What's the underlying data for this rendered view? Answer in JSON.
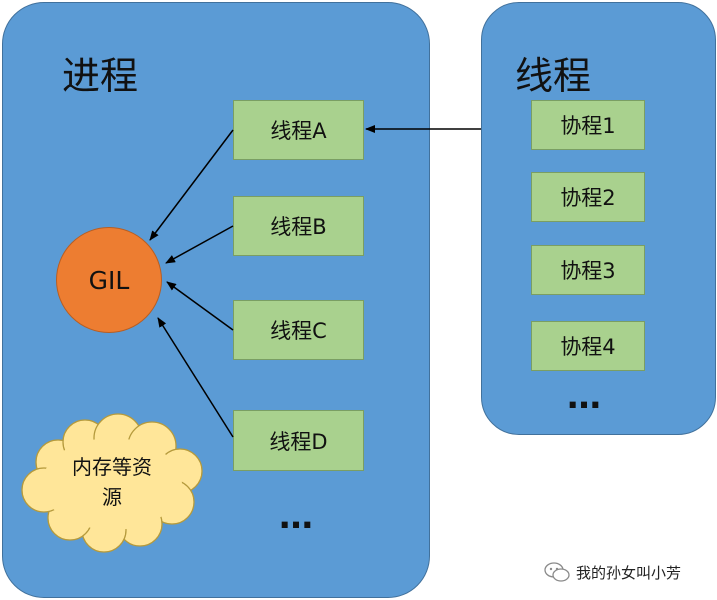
{
  "process": {
    "title": "进程",
    "threads": [
      "线程A",
      "线程B",
      "线程C",
      "线程D"
    ],
    "more": "…",
    "gil": "GIL",
    "resources": [
      "内存等资",
      "源"
    ]
  },
  "thread_panel": {
    "title": "线程",
    "coroutines": [
      "协程1",
      "协程2",
      "协程3",
      "协程4"
    ],
    "more": "…"
  },
  "watermark": {
    "text": "我的孙女叫小芳",
    "icon": "wechat-icon"
  },
  "colors": {
    "container": "#5b9bd5",
    "thread_box": "#a9d18e",
    "gil": "#ed7d31",
    "cloud": "#ffe699"
  }
}
